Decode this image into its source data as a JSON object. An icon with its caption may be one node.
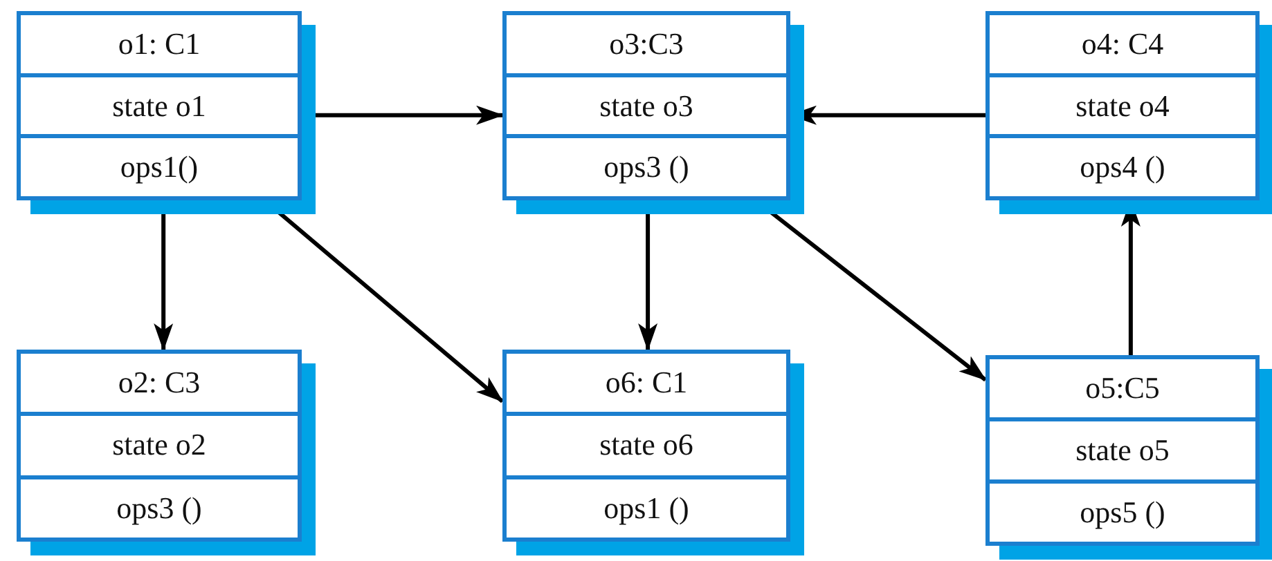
{
  "diagram": {
    "nodes": [
      {
        "text": [
          "o1: C1",
          "state o1",
          "ops1()"
        ]
      },
      {
        "text": [
          "o3:C3",
          "state o3",
          "ops3 ()"
        ]
      },
      {
        "text": [
          "o4: C4",
          "state o4",
          "ops4 ()"
        ]
      },
      {
        "text": [
          "o2: C3",
          "state o2",
          "ops3 ()"
        ]
      },
      {
        "text": [
          "o6: C1",
          "state o6",
          "ops1 ()"
        ]
      },
      {
        "text": [
          "o5:C5",
          "state o5",
          "ops5 ()"
        ]
      }
    ],
    "edges": [
      {
        "from": 0,
        "to": 1,
        "arrow": "to"
      },
      {
        "from": 2,
        "to": 1,
        "arrow": "to"
      },
      {
        "from": 0,
        "to": 3,
        "arrow": "to"
      },
      {
        "from": 0,
        "to": 4,
        "arrow": "to"
      },
      {
        "from": 1,
        "to": 4,
        "arrow": "to"
      },
      {
        "from": 1,
        "to": 5,
        "arrow": "to"
      },
      {
        "from": 5,
        "to": 2,
        "arrow": "to"
      }
    ]
  }
}
